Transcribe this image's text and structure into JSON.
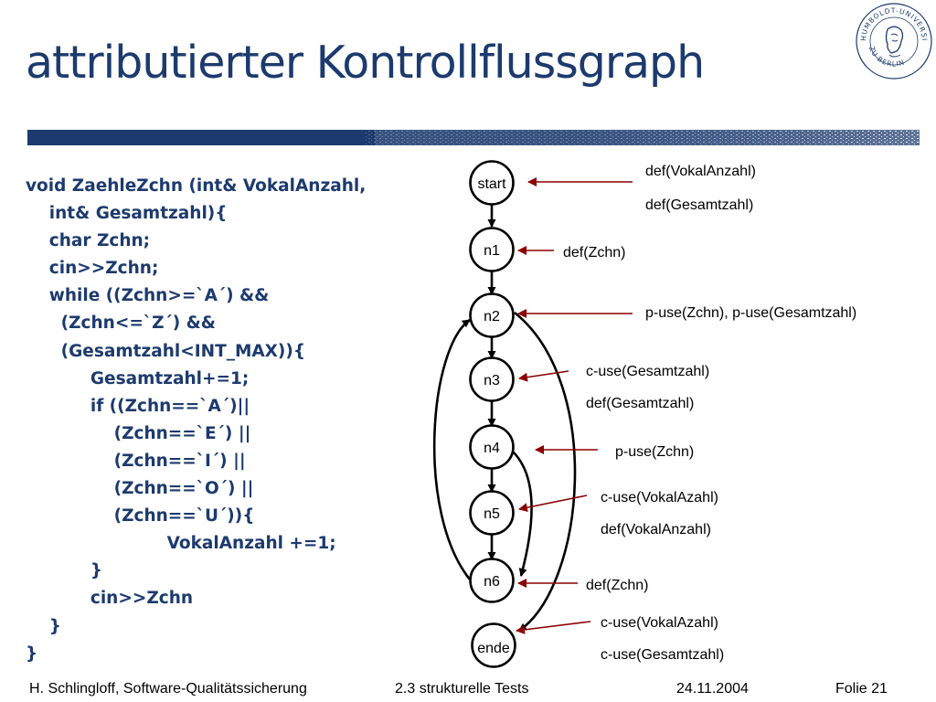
{
  "slide": {
    "title": "attributierter Kontrollflussgraph"
  },
  "logo": {
    "icon": "university-seal-icon",
    "text": "HUMBOLDT-UNIVERSITÄT ZU BERLIN"
  },
  "code": [
    "void ZaehleZchn (int& VokalAnzahl,",
    "    int& Gesamtzahl){",
    "    char Zchn;",
    "    cin>>Zchn;",
    "    while ((Zchn>=`A´) &&",
    "      (Zchn<=`Z´) &&",
    "      (Gesamtzahl<INT_MAX)){",
    "           Gesamtzahl+=1;",
    "           if ((Zchn==`A´)||",
    "               (Zchn==`E´) ||",
    "               (Zchn==`I´) ||",
    "               (Zchn==`O´) ||",
    "               (Zchn==`U´)){",
    "                        VokalAnzahl +=1;",
    "           }",
    "           cin>>Zchn",
    "    }",
    "}"
  ],
  "graph": {
    "nodes": [
      {
        "id": "start",
        "label": "start"
      },
      {
        "id": "n1",
        "label": "n1"
      },
      {
        "id": "n2",
        "label": "n2"
      },
      {
        "id": "n3",
        "label": "n3"
      },
      {
        "id": "n4",
        "label": "n4"
      },
      {
        "id": "n5",
        "label": "n5"
      },
      {
        "id": "n6",
        "label": "n6"
      },
      {
        "id": "ende",
        "label": "ende"
      }
    ],
    "edges": [
      [
        "start",
        "n1"
      ],
      [
        "n1",
        "n2"
      ],
      [
        "n2",
        "n3"
      ],
      [
        "n3",
        "n4"
      ],
      [
        "n4",
        "n5"
      ],
      [
        "n5",
        "n6"
      ],
      [
        "n4",
        "n6"
      ],
      [
        "n6",
        "n2"
      ],
      [
        "n2",
        "ende"
      ]
    ],
    "annotations": [
      {
        "node": "start",
        "lines": [
          "def(VokalAnzahl)",
          "def(Gesamtzahl)"
        ]
      },
      {
        "node": "n1",
        "lines": [
          "def(Zchn)"
        ]
      },
      {
        "node": "n2",
        "lines": [
          "p-use(Zchn), p-use(Gesamtzahl)"
        ]
      },
      {
        "node": "n3",
        "lines": [
          "c-use(Gesamtzahl)",
          "def(Gesamtzahl)"
        ]
      },
      {
        "node": "n4",
        "lines": [
          "p-use(Zchn)"
        ]
      },
      {
        "node": "n5",
        "lines": [
          "c-use(VokalAzahl)",
          "def(VokalAnzahl)"
        ]
      },
      {
        "node": "n6",
        "lines": [
          "def(Zchn)"
        ]
      },
      {
        "node": "ende",
        "lines": [
          "c-use(VokalAzahl)",
          "c-use(Gesamtzahl)"
        ]
      }
    ],
    "annotation_arrow_color": "#8b0000"
  },
  "footer": {
    "author": "H. Schlingloff, Software-Qualitätssicherung",
    "section": "2.3 strukturelle Tests",
    "date": "24.11.2004",
    "page": "Folie 21"
  },
  "colors": {
    "title": "#1c3a6e",
    "bar": "#1c3a6e"
  }
}
